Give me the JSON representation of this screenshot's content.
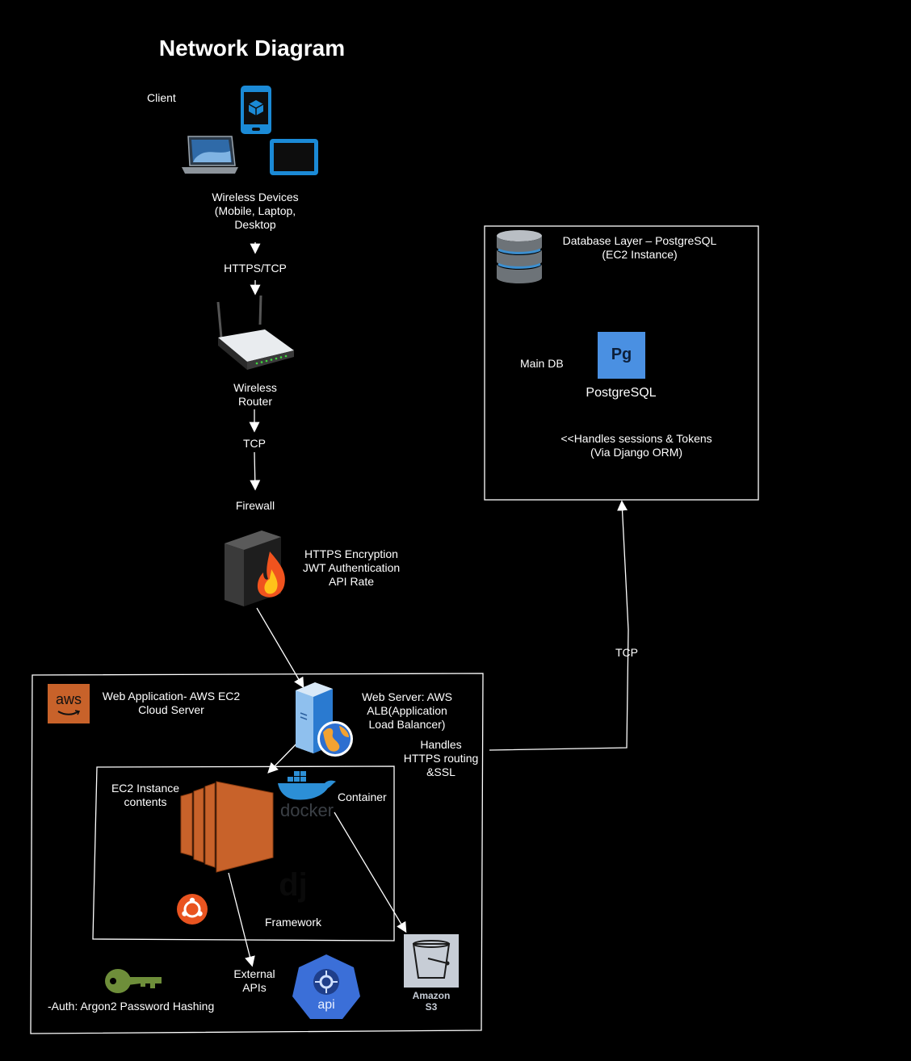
{
  "title": "Network Diagram",
  "client": {
    "label": "Client",
    "devices_label": "Wireless Devices\n(Mobile, Laptop,\nDesktop",
    "link1": "HTTPS/TCP",
    "router_label": "Wireless\nRouter",
    "link2": "TCP",
    "firewall_label": "Firewall",
    "firewall_notes": "HTTPS Encryption\nJWT Authentication\nAPI Rate"
  },
  "database": {
    "title": "Database Layer – PostgreSQL\n(EC2 Instance)",
    "main_db": "Main DB",
    "pg_badge": "Pg",
    "pg_name": "PostgreSQL",
    "note": "<<Handles sessions & Tokens\n(Via Django ORM)",
    "link": "TCP"
  },
  "webapp": {
    "aws_badge": "aws",
    "title": "Web Application- AWS EC2\nCloud Server",
    "web_server": "Web Server: AWS\nALB(Application\nLoad Balancer)",
    "routing": "Handles\nHTTPS routing\n&SSL",
    "ec2_label": "EC2 Instance\ncontents",
    "docker_word": "docker",
    "container_label": "Container",
    "django_badge": "dj",
    "framework_label": "Framework",
    "external_apis": "External\nAPIs",
    "api_badge": "api",
    "s3_label": "Amazon\nS3",
    "auth_label": "-Auth: Argon2 Password Hashing"
  },
  "colors": {
    "background": "#000000",
    "postgres_blue": "#4a90e2",
    "aws_orange": "#c8622a",
    "ubuntu_orange": "#e95420",
    "api_blue": "#3b6fd8",
    "key_green": "#6e8e3a",
    "s3_gray": "#c7cdd6"
  }
}
